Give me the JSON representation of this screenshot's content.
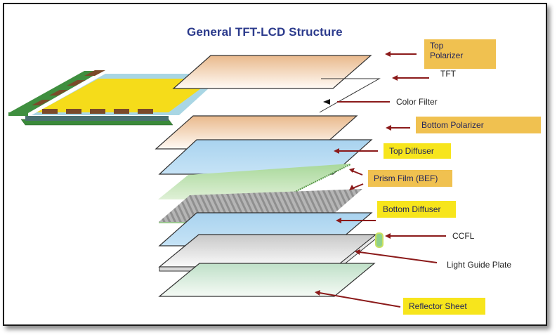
{
  "diagram": {
    "title": "General TFT-LCD Structure",
    "colors": {
      "title": "#2b3a8c",
      "label_orange_bg": "#f0c150",
      "label_yellow_bg": "#f7e51c",
      "arrow": "#8b1a1a",
      "polarizer": "#f0c8a0",
      "diffuser": "#b7d9f0",
      "prism": "#b9e0a8",
      "panel_yellow": "#f5dc1a",
      "pcb_green": "#3f8f3f"
    },
    "labels": [
      {
        "id": "top-polarizer",
        "text_line1": "Top",
        "text_line2": "Polarizer",
        "style": "orange"
      },
      {
        "id": "tft",
        "text": "TFT",
        "style": "plain"
      },
      {
        "id": "color-filter",
        "text": "Color Filter",
        "style": "plain"
      },
      {
        "id": "bottom-polarizer",
        "text": "Bottom Polarizer",
        "style": "orange"
      },
      {
        "id": "top-diffuser",
        "text": "Top Diffuser",
        "style": "yellow"
      },
      {
        "id": "prism-film",
        "text": "Prism Film (BEF)",
        "style": "orange"
      },
      {
        "id": "bottom-diffuser",
        "text": "Bottom Diffuser",
        "style": "yellow"
      },
      {
        "id": "ccfl",
        "text": "CCFL",
        "style": "plain"
      },
      {
        "id": "light-guide-plate",
        "text": "Light Guide Plate",
        "style": "plain"
      },
      {
        "id": "reflector-sheet",
        "text": "Reflector Sheet",
        "style": "yellow"
      }
    ]
  }
}
